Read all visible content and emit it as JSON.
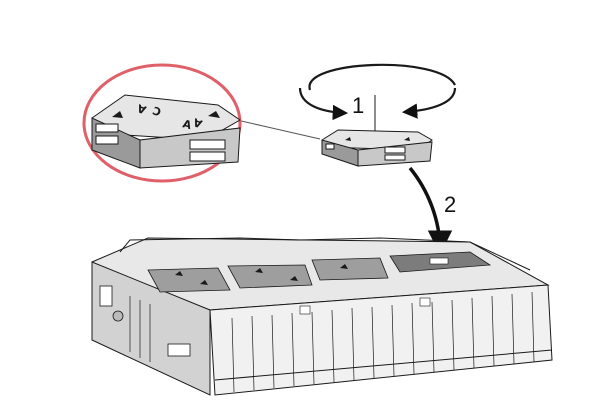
{
  "steps": [
    {
      "label": "1",
      "action": "rotate"
    },
    {
      "label": "2",
      "action": "insert"
    }
  ],
  "module_face_glyphs": [
    "A",
    "C",
    "A",
    "A"
  ],
  "colors": {
    "callout_ring": "#e0606a",
    "line_art": "#1a1a1a",
    "shade_dark": "#9a9a9a",
    "shade_mid": "#c8c8c8",
    "shade_light": "#e6e6e6"
  }
}
